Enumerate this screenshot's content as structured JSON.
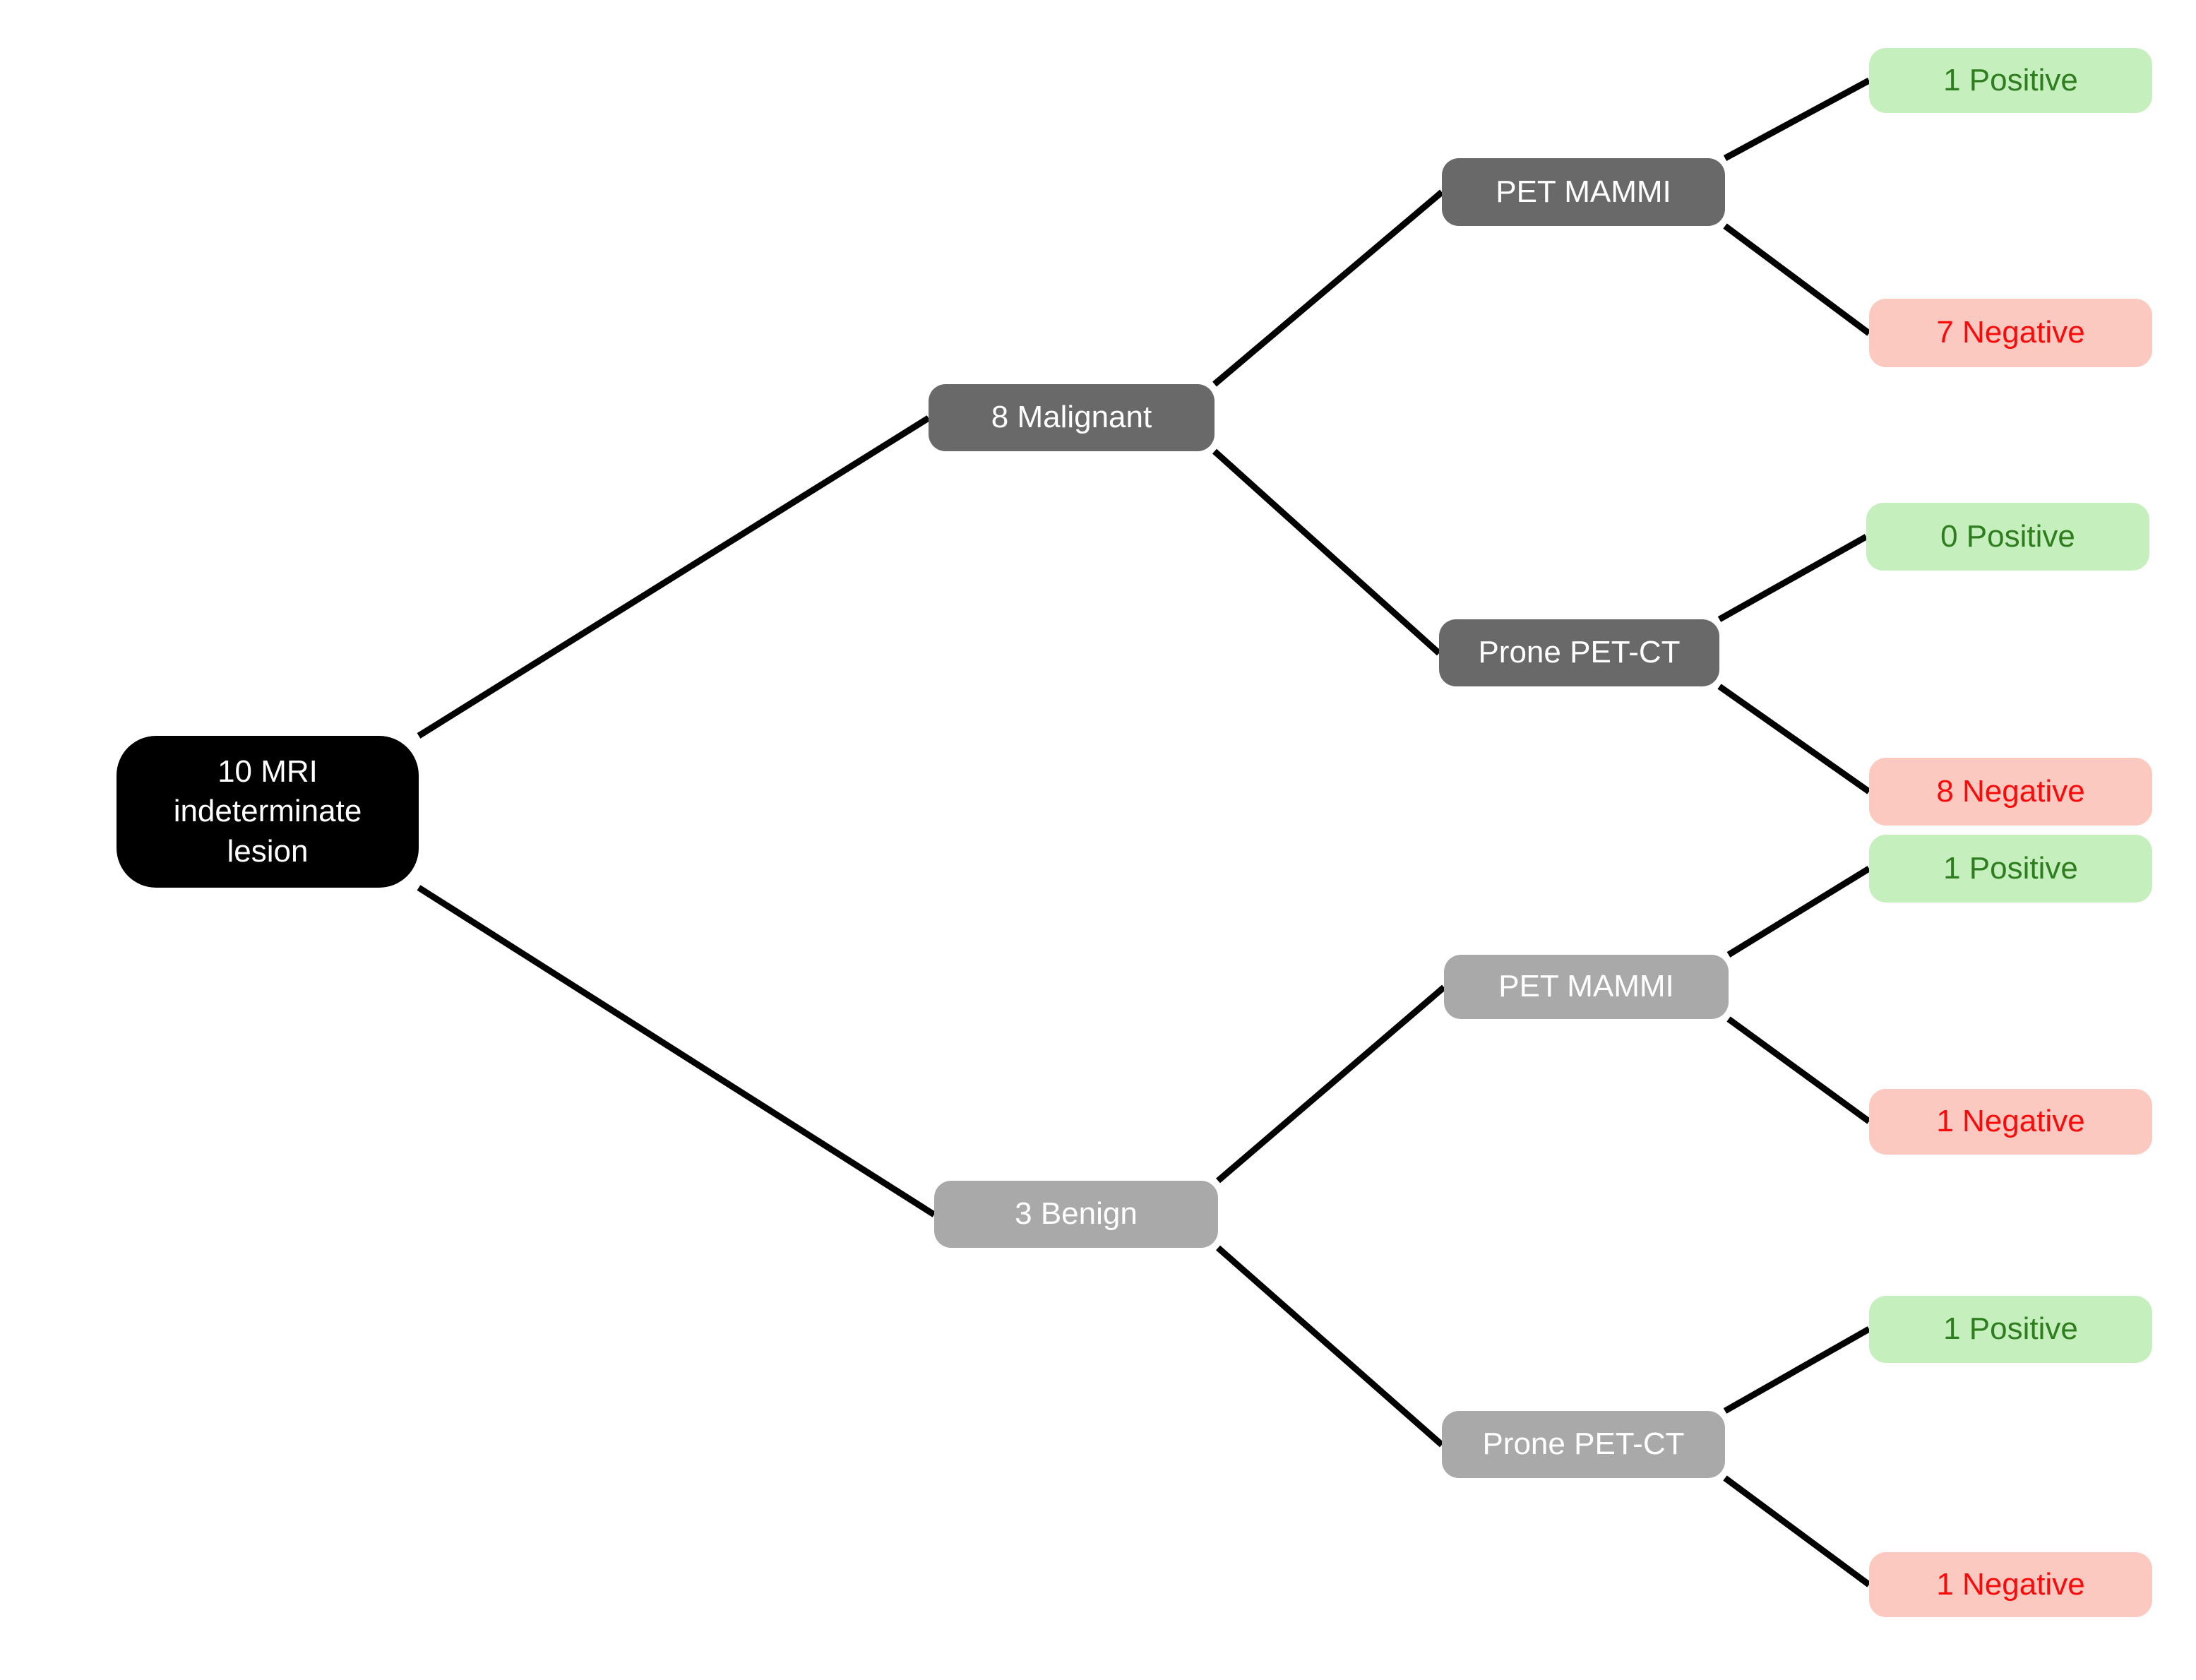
{
  "diagram": {
    "root": {
      "label": "10 MRI indeterminate lesion"
    },
    "malignant": {
      "label": "8 Malignant",
      "pet_mammi": {
        "label": "PET MAMMI",
        "positive": {
          "label": "1 Positive"
        },
        "negative": {
          "label": "7 Negative"
        }
      },
      "prone_pet_ct": {
        "label": "Prone PET-CT",
        "positive": {
          "label": "0 Positive"
        },
        "negative": {
          "label": "8 Negative"
        }
      }
    },
    "benign": {
      "label": "3 Benign",
      "pet_mammi": {
        "label": "PET MAMMI",
        "positive": {
          "label": "1 Positive"
        },
        "negative": {
          "label": "1 Negative"
        }
      },
      "prone_pet_ct": {
        "label": "Prone PET-CT",
        "positive": {
          "label": "1 Positive"
        },
        "negative": {
          "label": "1 Negative"
        }
      }
    }
  },
  "colors": {
    "root_bg": "#000000",
    "root_text": "#ffffff",
    "dark_bg": "#696969",
    "dark_text": "#ffffff",
    "light_bg": "#a9a9a9",
    "light_text": "#ffffff",
    "positive_bg": "#c5efbc",
    "positive_text": "#2e7d1f",
    "negative_bg": "#fcc9c0",
    "negative_text": "#fa0a0a",
    "edge": "#000000"
  }
}
